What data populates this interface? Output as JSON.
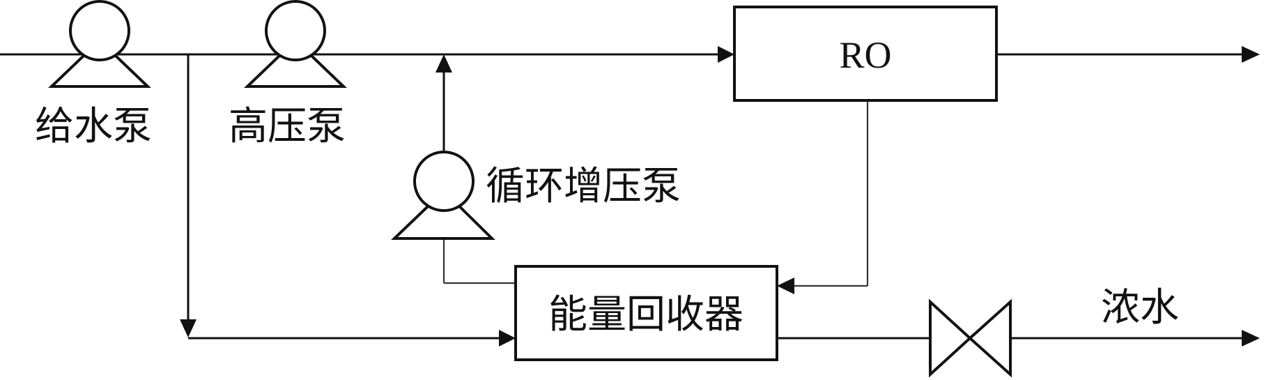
{
  "labels": {
    "feed_pump": "给水泵",
    "high_pressure_pump": "高压泵",
    "booster_pump": "循环增压泵",
    "ro_unit": "RO",
    "energy_recovery": "能量回收器",
    "concentrate": "浓水"
  },
  "colors": {
    "stroke": "#111111",
    "background": "#ffffff"
  }
}
